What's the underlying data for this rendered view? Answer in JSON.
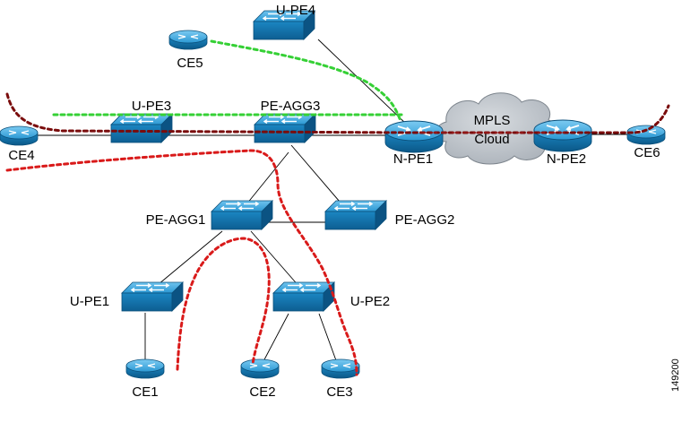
{
  "nodes": {
    "u_pe4": "U-PE4",
    "ce5": "CE5",
    "u_pe3": "U-PE3",
    "pe_agg3": "PE-AGG3",
    "ce4": "CE4",
    "n_pe1": "N-PE1",
    "mpls_line1": "MPLS",
    "mpls_line2": "Cloud",
    "n_pe2": "N-PE2",
    "ce6": "CE6",
    "pe_agg1": "PE-AGG1",
    "pe_agg2": "PE-AGG2",
    "u_pe1": "U-PE1",
    "u_pe2": "U-PE2",
    "ce1": "CE1",
    "ce2": "CE2",
    "ce3": "CE3"
  },
  "figure_id": "149200",
  "colors": {
    "device_blue": "#1e8fc9",
    "device_dark": "#0c5c8e",
    "cloud_gray": "#b9bfc6",
    "path_green": "#35d035",
    "path_red": "#d91a1a",
    "path_darkred": "#7a0c0c"
  }
}
